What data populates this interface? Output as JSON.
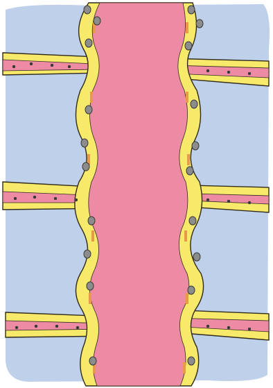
{
  "colors": {
    "background": "#ffffff",
    "tissue_fill": "#bfd0ea",
    "lumen_fill": "#ec8ba3",
    "endothelium_fill": "#f7ea6a",
    "cell_outline": "#2f2a1a",
    "junction_accent": "#e89a4a",
    "nucleus_fill": "#8c8c8c",
    "nucleus_outline": "#3b3b3b"
  },
  "illustration": {
    "main_vessel": "vertical-vessel-lumen",
    "branch_count": 6,
    "nucleus_style": "oval-grey"
  }
}
